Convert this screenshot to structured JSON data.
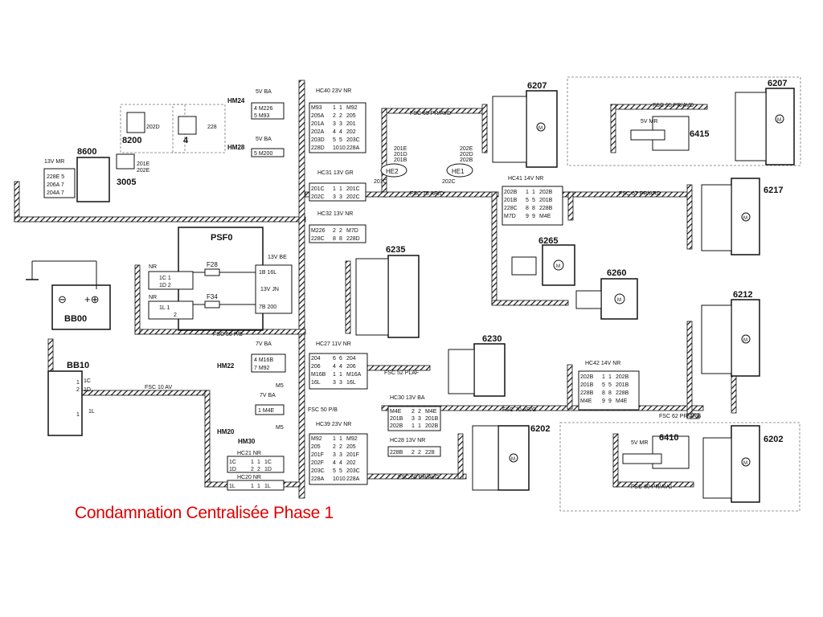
{
  "caption": "Condamnation Centralisée Phase 1",
  "colors": {
    "ink": "#111111",
    "caption": "#e00000",
    "harness_fill": "#ffffff"
  },
  "harness_labels": {
    "fsc65_top": "FSC 65 PR/AVD",
    "fsc65_right": "FSC 65 PR/AVD",
    "fsc75": "FSC 75 AR/D",
    "fsc67": "FSC 67 PR/ARD",
    "fsc50": "FSC 50 P/B",
    "fsc10": "FSC 10 AV",
    "fsc52": "FSC 52 PLAF",
    "fsc50b": "FSC 50 P/B",
    "fsc70": "FSC 70 AR/G",
    "fsc62": "FSC 62 PR/ARG",
    "fsc60a": "FSC 60 PR/AVG",
    "fsc60b": "FSC 60 PR/AVG"
  },
  "components": {
    "c8600": "8600",
    "c8200": "8200",
    "c4": "4",
    "c3005": "3005",
    "psf0": "PSF0",
    "bb00": "BB00",
    "bb10": "BB10",
    "c6207a": "6207",
    "c6207b": "6207",
    "c6415": "6415",
    "c6217": "6217",
    "c6235": "6235",
    "c6265": "6265",
    "c6260": "6260",
    "c6212": "6212",
    "c6230": "6230",
    "c6202a": "6202",
    "c6202b": "6202",
    "c6410": "6410",
    "he1": "HE1",
    "he2": "HE2",
    "hm24": "HM24",
    "hm28": "HM28",
    "hm22": "HM22",
    "hm20": "HM20",
    "hm30": "HM30"
  },
  "connectors": {
    "hc40": {
      "title": "HC40  23V NR",
      "rows": [
        [
          "M93",
          "1",
          "1",
          "M92"
        ],
        [
          "205A",
          "2",
          "2",
          "205"
        ],
        [
          "201A",
          "3",
          "3",
          "201"
        ],
        [
          "202A",
          "4",
          "4",
          "202"
        ],
        [
          "203D",
          "5",
          "5",
          "203C"
        ],
        [
          "228D",
          "10",
          "10",
          "228A"
        ]
      ]
    },
    "hc31": {
      "title": "HC31  13V GR",
      "rows": [
        [
          "201C",
          "1",
          "1",
          "201C"
        ],
        [
          "202C",
          "3",
          "3",
          "202C"
        ]
      ]
    },
    "hc32": {
      "title": "HC32  13V NR",
      "rows": [
        [
          "M226",
          "2",
          "2",
          "M7D"
        ],
        [
          "228C",
          "8",
          "8",
          "228D"
        ]
      ]
    },
    "hc27": {
      "title": "HC27  11V NR",
      "rows": [
        [
          "204",
          "6",
          "6",
          "204"
        ],
        [
          "206",
          "4",
          "4",
          "206"
        ],
        [
          "M16B",
          "1",
          "1",
          "M16A"
        ],
        [
          "16L",
          "3",
          "3",
          "16L"
        ]
      ]
    },
    "hc30": {
      "title": "HC30  13V BA",
      "rows": [
        [
          "M4E",
          "2",
          "2",
          "M4E"
        ],
        [
          "201B",
          "3",
          "3",
          "201B"
        ],
        [
          "202B",
          "1",
          "1",
          "202B"
        ]
      ]
    },
    "hc39": {
      "title": "HC39  23V NR",
      "rows": [
        [
          "M92",
          "1",
          "1",
          "M92"
        ],
        [
          "205",
          "2",
          "2",
          "205"
        ],
        [
          "201F",
          "3",
          "3",
          "201F"
        ],
        [
          "202F",
          "4",
          "4",
          "202"
        ],
        [
          "203C",
          "5",
          "5",
          "203C"
        ],
        [
          "228A",
          "10",
          "10",
          "228A"
        ]
      ]
    },
    "hc28": {
      "title": "HC28  13V NR",
      "rows": [
        [
          "228B",
          "2",
          "2",
          "228"
        ]
      ]
    },
    "hc21": {
      "title": "HC21  NR",
      "rows": [
        [
          "1C",
          "1",
          "1",
          "1C"
        ],
        [
          "1D",
          "2",
          "2",
          "1D"
        ]
      ]
    },
    "hc20": {
      "title": "HC20  NR",
      "rows": [
        [
          "1L",
          "1",
          "1",
          "1L"
        ]
      ]
    },
    "hc41": {
      "title": "HC41  14V NR",
      "rows": [
        [
          "202B",
          "1",
          "1",
          "202B"
        ],
        [
          "201B",
          "5",
          "5",
          "201B"
        ],
        [
          "228C",
          "8",
          "8",
          "228B"
        ],
        [
          "M7D",
          "9",
          "9",
          "M4E"
        ]
      ]
    },
    "hc42": {
      "title": "HC42  14V NR",
      "rows": [
        [
          "202B",
          "1",
          "1",
          "202B"
        ],
        [
          "201B",
          "5",
          "5",
          "201B"
        ],
        [
          "228B",
          "8",
          "8",
          "228B"
        ],
        [
          "M4E",
          "9",
          "9",
          "M4E"
        ]
      ]
    }
  }
}
